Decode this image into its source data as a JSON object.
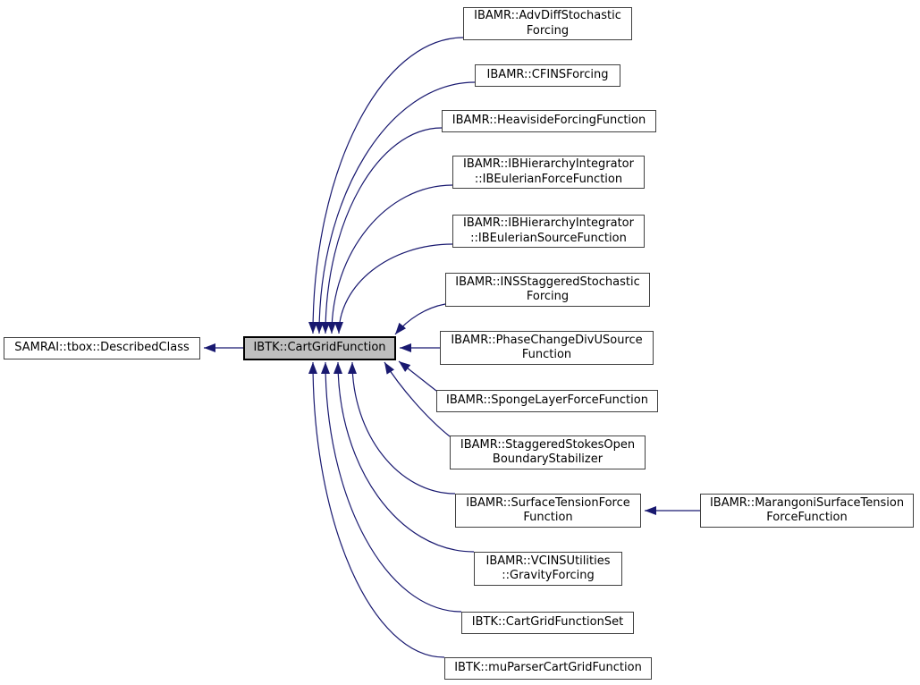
{
  "diagram_type": "class-inheritance-graph",
  "colors": {
    "edge_color": "#191970",
    "node_fill": "#ffffff",
    "node_border": "#404040",
    "highlight_fill": "#bfbfbf",
    "highlight_border": "#000000",
    "text_color": "#000000",
    "bg": "#ffffff"
  },
  "nodes": [
    {
      "id": "samrai-tbox-describedclass",
      "lines": [
        "SAMRAI::tbox::DescribedClass"
      ],
      "highlighted": false
    },
    {
      "id": "ibtk-cartgridfunction",
      "lines": [
        "IBTK::CartGridFunction"
      ],
      "highlighted": true
    },
    {
      "id": "ibamr-advdiffstochasticforcing",
      "lines": [
        "IBAMR::AdvDiffStochastic",
        "Forcing"
      ],
      "highlighted": false
    },
    {
      "id": "ibamr-cfinsforcing",
      "lines": [
        "IBAMR::CFINSForcing"
      ],
      "highlighted": false
    },
    {
      "id": "ibamr-heavisideforcingfunction",
      "lines": [
        "IBAMR::HeavisideForcingFunction"
      ],
      "highlighted": false
    },
    {
      "id": "ibamr-ibhierarchyintegrator-ibeulerianforcefunction",
      "lines": [
        "IBAMR::IBHierarchyIntegrator",
        "::IBEulerianForceFunction"
      ],
      "highlighted": false
    },
    {
      "id": "ibamr-ibhierarchyintegrator-ibeuleriansourcefunction",
      "lines": [
        "IBAMR::IBHierarchyIntegrator",
        "::IBEulerianSourceFunction"
      ],
      "highlighted": false
    },
    {
      "id": "ibamr-insstaggeredstochasticforcing",
      "lines": [
        "IBAMR::INSStaggeredStochastic",
        "Forcing"
      ],
      "highlighted": false
    },
    {
      "id": "ibamr-phasechangedivusourcefunction",
      "lines": [
        "IBAMR::PhaseChangeDivUSource",
        "Function"
      ],
      "highlighted": false
    },
    {
      "id": "ibamr-spongelayerforcefunction",
      "lines": [
        "IBAMR::SpongeLayerForceFunction"
      ],
      "highlighted": false
    },
    {
      "id": "ibamr-staggeredstokesopenboundarystabilizer",
      "lines": [
        "IBAMR::StaggeredStokesOpen",
        "BoundaryStabilizer"
      ],
      "highlighted": false
    },
    {
      "id": "ibamr-surfacetensionforcefunction",
      "lines": [
        "IBAMR::SurfaceTensionForce",
        "Function"
      ],
      "highlighted": false
    },
    {
      "id": "ibamr-marangonisurfacetensionforcefunction",
      "lines": [
        "IBAMR::MarangoniSurfaceTension",
        "ForceFunction"
      ],
      "highlighted": false
    },
    {
      "id": "ibamr-vcinsutilities-gravityforcing",
      "lines": [
        "IBAMR::VCINSUtilities",
        "::GravityForcing"
      ],
      "highlighted": false
    },
    {
      "id": "ibtk-cartgridfunctionset",
      "lines": [
        "IBTK::CartGridFunctionSet"
      ],
      "highlighted": false
    },
    {
      "id": "ibtk-muparsercartgridfunction",
      "lines": [
        "IBTK::muParserCartGridFunction"
      ],
      "highlighted": false
    }
  ],
  "edges": [
    {
      "from": "ibtk-cartgridfunction",
      "to": "samrai-tbox-describedclass",
      "relation": "inherits"
    },
    {
      "from": "ibamr-advdiffstochasticforcing",
      "to": "ibtk-cartgridfunction",
      "relation": "inherits"
    },
    {
      "from": "ibamr-cfinsforcing",
      "to": "ibtk-cartgridfunction",
      "relation": "inherits"
    },
    {
      "from": "ibamr-heavisideforcingfunction",
      "to": "ibtk-cartgridfunction",
      "relation": "inherits"
    },
    {
      "from": "ibamr-ibhierarchyintegrator-ibeulerianforcefunction",
      "to": "ibtk-cartgridfunction",
      "relation": "inherits"
    },
    {
      "from": "ibamr-ibhierarchyintegrator-ibeuleriansourcefunction",
      "to": "ibtk-cartgridfunction",
      "relation": "inherits"
    },
    {
      "from": "ibamr-insstaggeredstochasticforcing",
      "to": "ibtk-cartgridfunction",
      "relation": "inherits"
    },
    {
      "from": "ibamr-phasechangedivusourcefunction",
      "to": "ibtk-cartgridfunction",
      "relation": "inherits"
    },
    {
      "from": "ibamr-spongelayerforcefunction",
      "to": "ibtk-cartgridfunction",
      "relation": "inherits"
    },
    {
      "from": "ibamr-staggeredstokesopenboundarystabilizer",
      "to": "ibtk-cartgridfunction",
      "relation": "inherits"
    },
    {
      "from": "ibamr-surfacetensionforcefunction",
      "to": "ibtk-cartgridfunction",
      "relation": "inherits"
    },
    {
      "from": "ibamr-marangonisurfacetensionforcefunction",
      "to": "ibamr-surfacetensionforcefunction",
      "relation": "inherits"
    },
    {
      "from": "ibamr-vcinsutilities-gravityforcing",
      "to": "ibtk-cartgridfunction",
      "relation": "inherits"
    },
    {
      "from": "ibtk-cartgridfunctionset",
      "to": "ibtk-cartgridfunction",
      "relation": "inherits"
    },
    {
      "from": "ibtk-muparsercartgridfunction",
      "to": "ibtk-cartgridfunction",
      "relation": "inherits"
    }
  ]
}
